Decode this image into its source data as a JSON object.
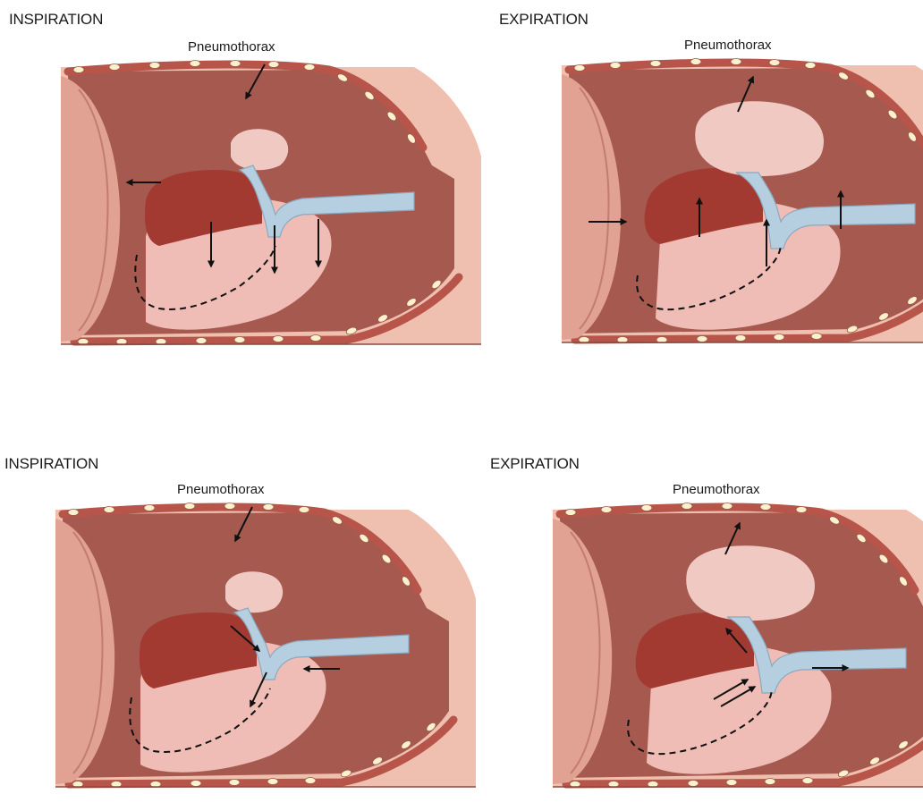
{
  "colors": {
    "thorax_skin": "#efc0b0",
    "pleural_space": "#a5594f",
    "pleural_space_dark": "#7d3a33",
    "chest_wall_band": "#b7554a",
    "rib_dot": "#fbf1cf",
    "heart": "#e1a193",
    "lung_upper": "#f1c9c3",
    "lung_dark": "#a23a31",
    "lung_lower": "#efbdb5",
    "airway": "#b5cfe0",
    "arrow": "#111111"
  },
  "panels": [
    {
      "title": "INSPIRATION",
      "label": "Pneumothorax",
      "arrows_icon": "pressure-arrow-icons"
    },
    {
      "title": "EXPIRATION",
      "label": "Pneumothorax",
      "arrows_icon": "pressure-arrow-icons"
    },
    {
      "title": "INSPIRATION",
      "label": "Pneumothorax",
      "arrows_icon": "airflow-arrow-icons"
    },
    {
      "title": "EXPIRATION",
      "label": "Pneumothorax",
      "arrows_icon": "airflow-arrow-icons"
    }
  ]
}
